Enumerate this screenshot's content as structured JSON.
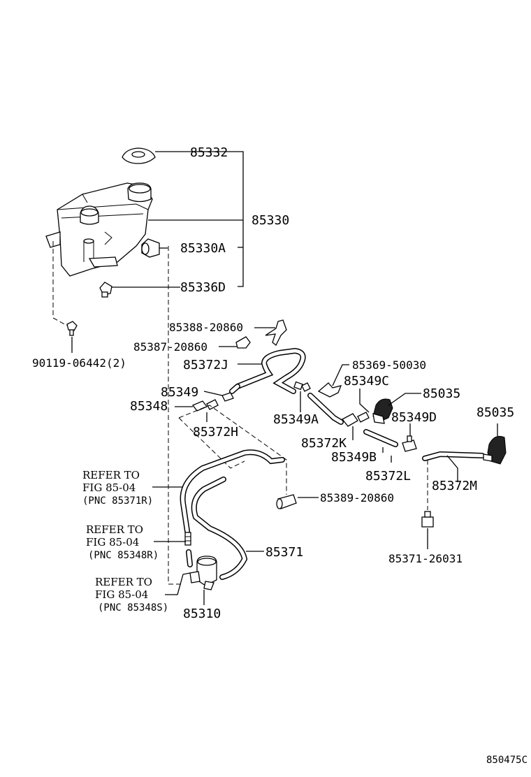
{
  "labels": {
    "p85332": "85332",
    "p85330": "85330",
    "p85330A": "85330A",
    "p85336D": "85336D",
    "p90119": "90119-06442(2)",
    "p85388": "85388-20860",
    "p85387": "85387-20860",
    "p85372J": "85372J",
    "p85369": "85369-50030",
    "p85349C": "85349C",
    "p85035a": "85035",
    "p85035b": "85035",
    "p85349": "85349",
    "p85348": "85348",
    "p85372H": "85372H",
    "p85349A": "85349A",
    "p85349D": "85349D",
    "p85372K": "85372K",
    "p85349B": "85349B",
    "p85372L": "85372L",
    "p85372M": "85372M",
    "p85389": "85389-20860",
    "p85371": "85371",
    "p85371b": "85371-26031",
    "p85310": "85310"
  },
  "refs": {
    "r1": {
      "line1": "REFER TO",
      "line2": "FIG 85-04",
      "line3": "(PNC 85371R)"
    },
    "r2": {
      "line1": "REFER TO",
      "line2": "FIG 85-04",
      "line3": "(PNC 85348R)"
    },
    "r3": {
      "line1": "REFER TO",
      "line2": "FIG 85-04",
      "line3": "(PNC 85348S)"
    }
  },
  "figure_code": "850475C"
}
